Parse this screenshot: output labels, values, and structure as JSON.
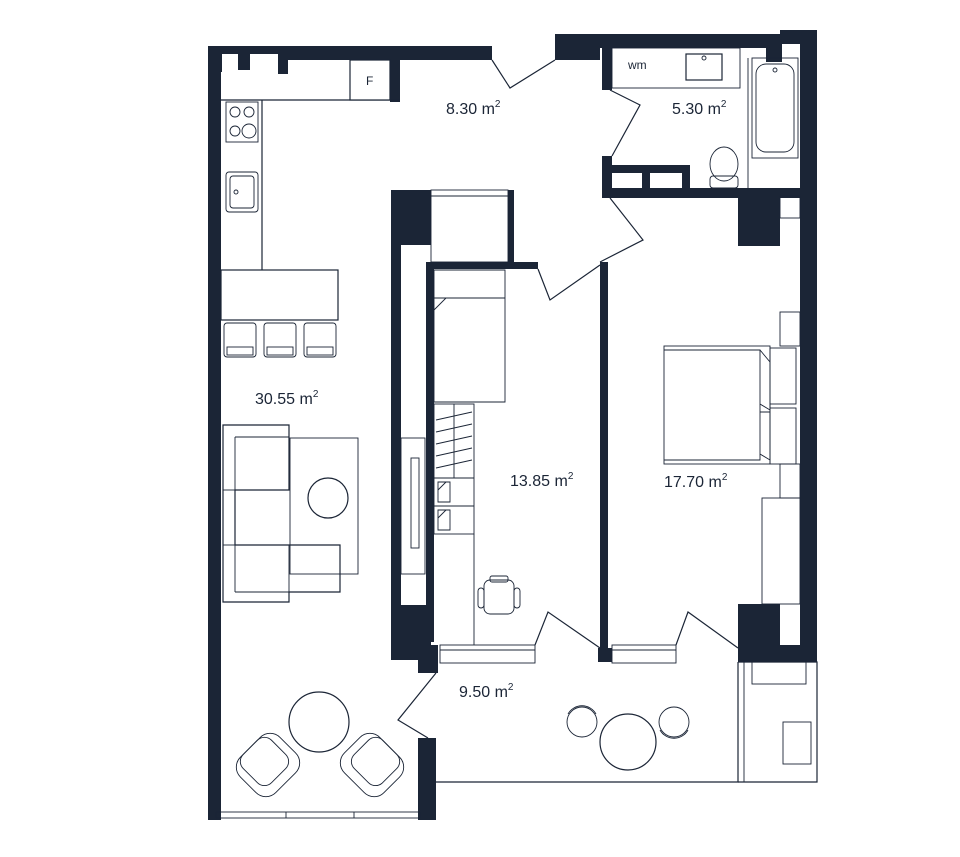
{
  "rooms": [
    {
      "id": "hall",
      "area": "8.30",
      "unit": "m",
      "exp": "2"
    },
    {
      "id": "bathroom",
      "area": "5.30",
      "unit": "m",
      "exp": "2"
    },
    {
      "id": "living",
      "area": "30.55",
      "unit": "m",
      "exp": "2"
    },
    {
      "id": "study",
      "area": "13.85",
      "unit": "m",
      "exp": "2"
    },
    {
      "id": "bedroom",
      "area": "17.70",
      "unit": "m",
      "exp": "2"
    },
    {
      "id": "balcony",
      "area": "9.50",
      "unit": "m",
      "exp": "2"
    }
  ],
  "appliances": {
    "fridge": "F",
    "washing_machine": "wm"
  },
  "colors": {
    "wall": "#1b2536",
    "background": "#ffffff"
  }
}
